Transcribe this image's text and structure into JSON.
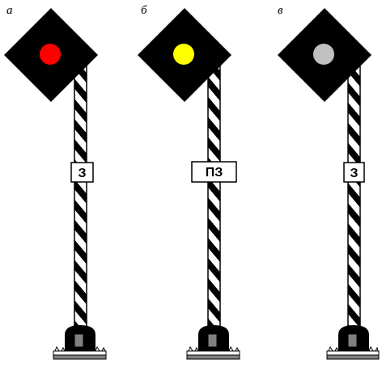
{
  "signals": [
    {
      "letter": "а",
      "plate": "З",
      "lamp_color": "#ff0000",
      "lamp_name": "red-lamp"
    },
    {
      "letter": "б",
      "plate": "ПЗ",
      "lamp_color": "#ffff00",
      "lamp_name": "yellow-lamp"
    },
    {
      "letter": "в",
      "plate": "З",
      "lamp_color": "#c0c0c0",
      "lamp_name": "grey-lamp"
    }
  ],
  "colors": {
    "head": "#000000",
    "stripe_dark": "#000000",
    "stripe_light": "#ffffff",
    "base_plate": "#808080",
    "base_window": "#808080"
  }
}
